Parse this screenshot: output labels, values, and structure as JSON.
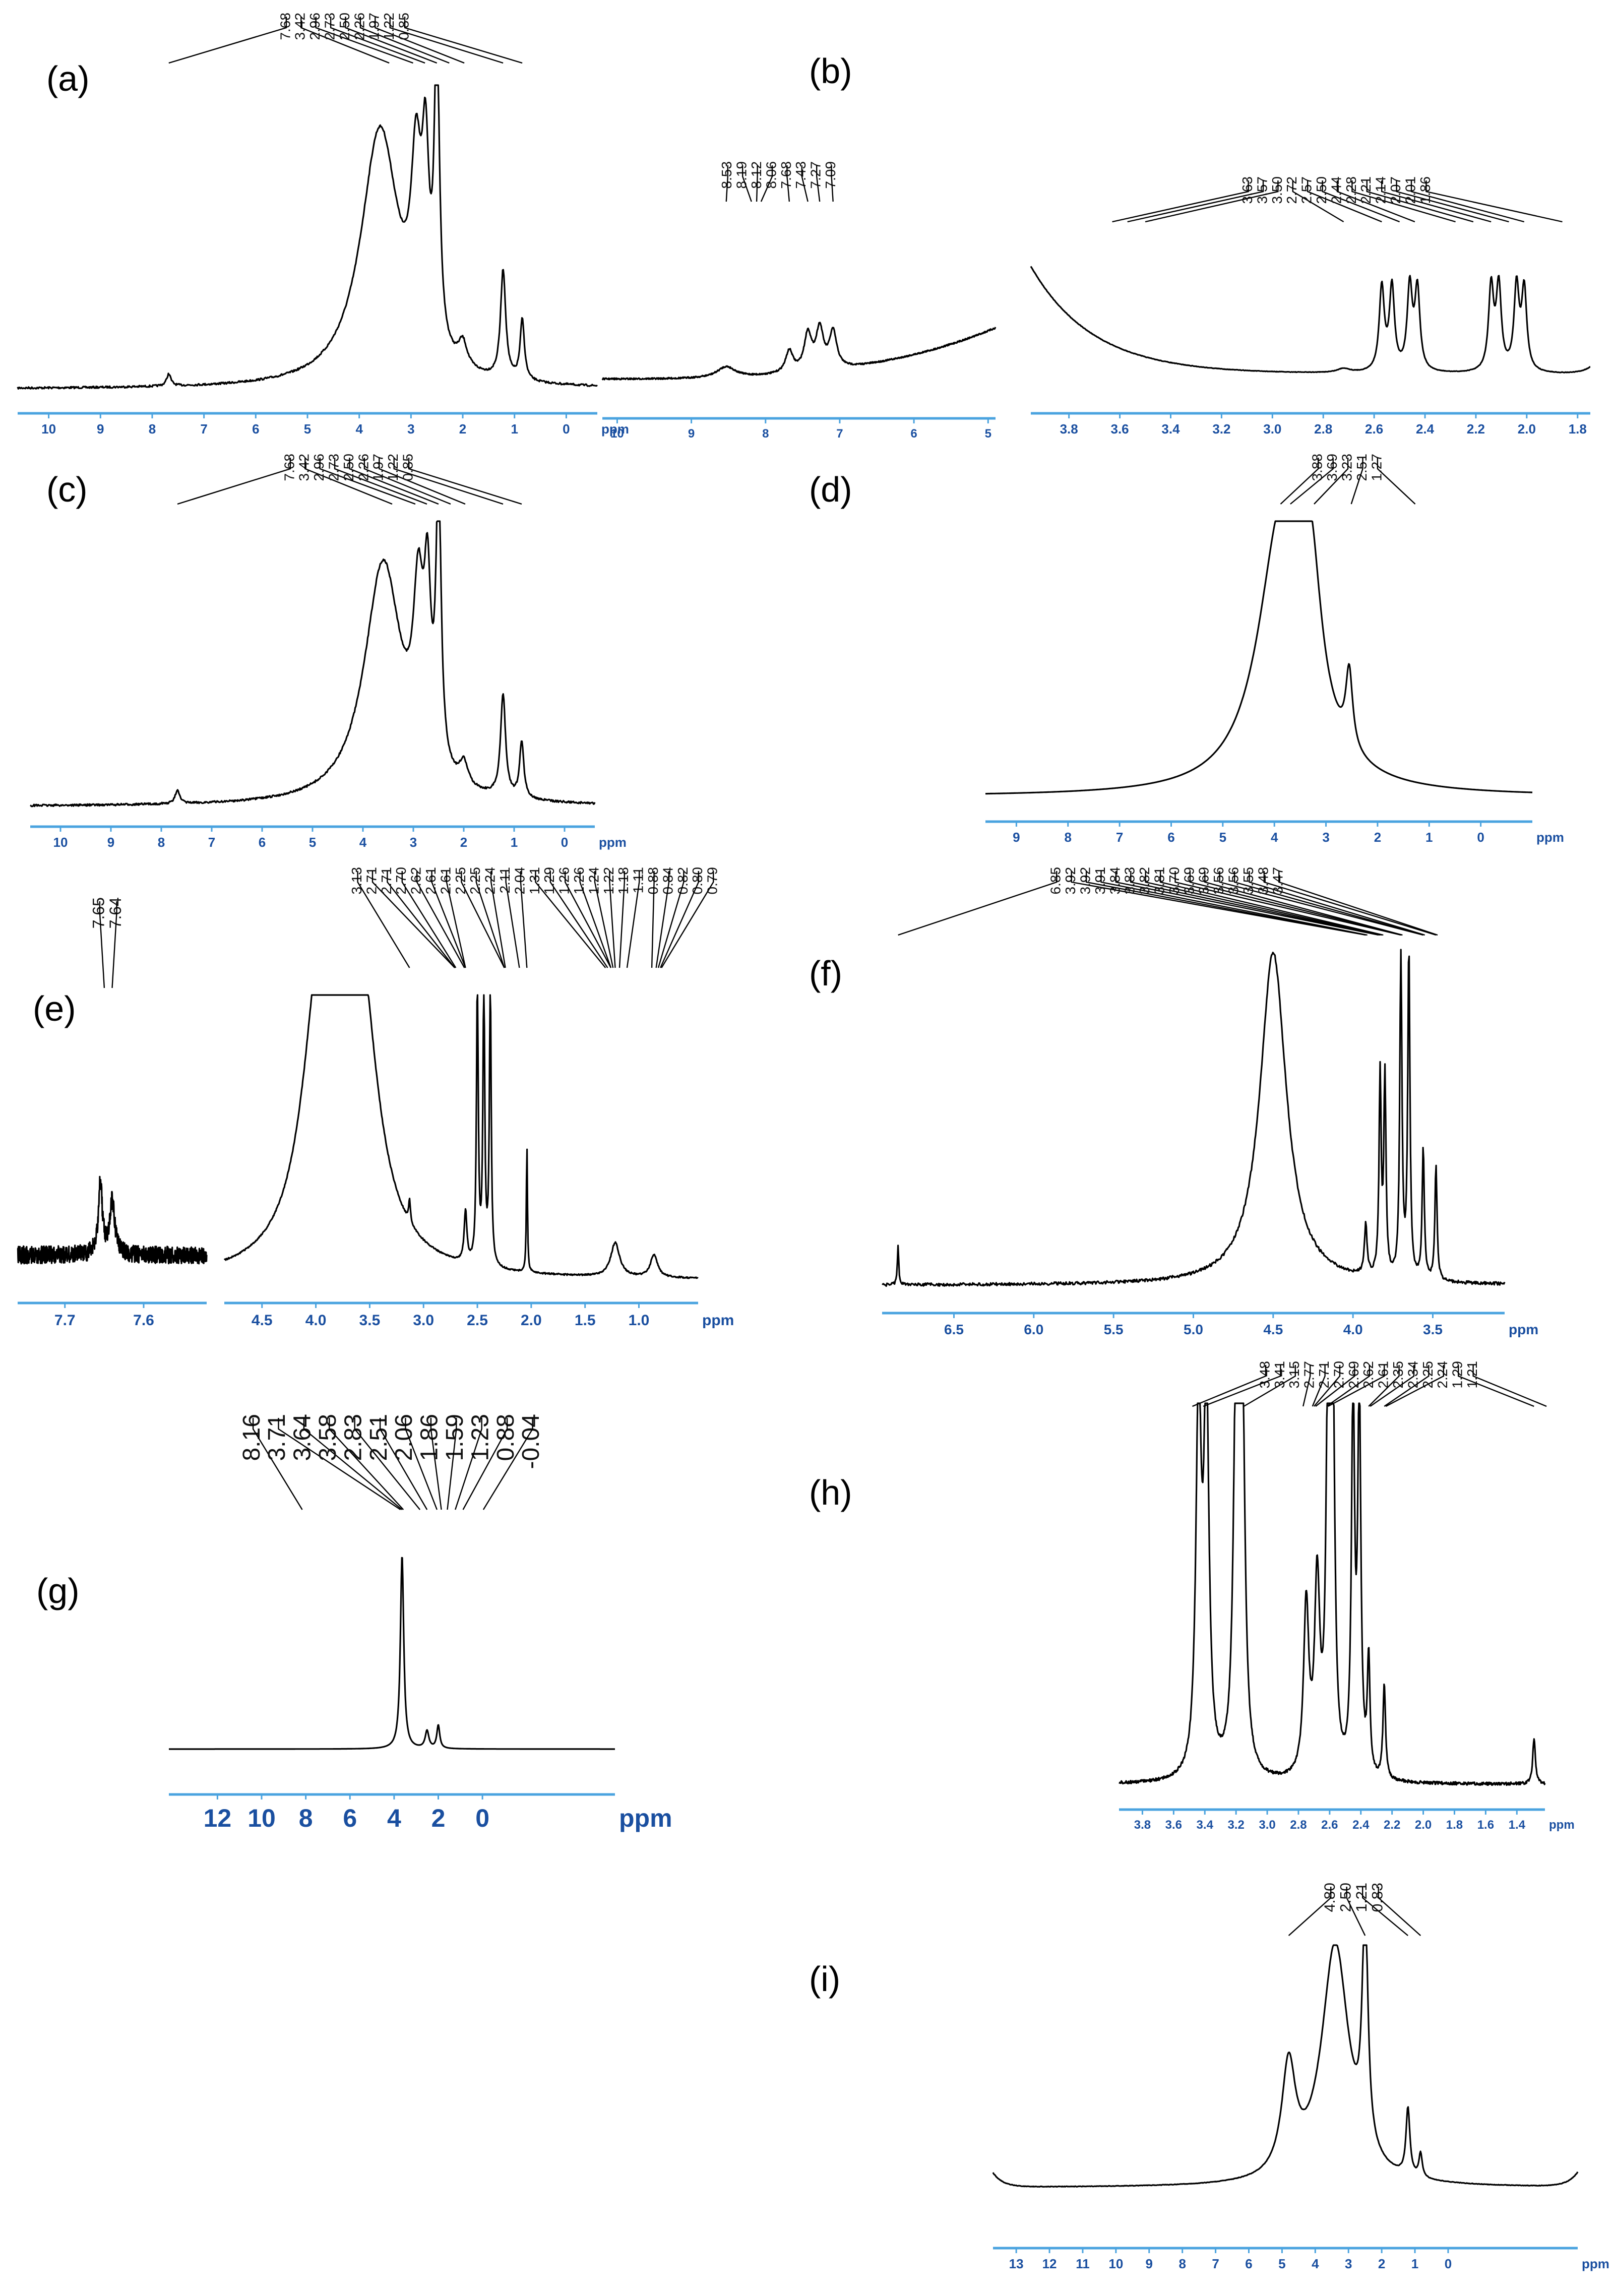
{
  "chart_data": [
    {
      "id": "a",
      "type": "line",
      "label": "(a)",
      "xlabel": "ppm",
      "xlim": [
        10.6,
        -0.6
      ],
      "ticks": [
        "10",
        "9",
        "8",
        "7",
        "6",
        "5",
        "4",
        "3",
        "2",
        "1",
        "0"
      ],
      "peak_labels": [
        "7.68",
        "3.42",
        "2.96",
        "2.73",
        "2.50",
        "2.26",
        "1.97",
        "1.22",
        "0.85"
      ],
      "peaks": [
        [
          7.68,
          0.04,
          0.05
        ],
        [
          3.6,
          0.85,
          0.45
        ],
        [
          2.9,
          0.55,
          0.12
        ],
        [
          2.72,
          0.55,
          0.08
        ],
        [
          2.5,
          1.0,
          0.06
        ],
        [
          2.0,
          0.08,
          0.1
        ],
        [
          1.22,
          0.36,
          0.06
        ],
        [
          0.85,
          0.2,
          0.05
        ]
      ]
    },
    {
      "id": "b1",
      "type": "line",
      "label": "(b)",
      "xlabel": "",
      "xlim": [
        10.2,
        4.9
      ],
      "ticks": [
        "10",
        "9",
        "8",
        "7",
        "6",
        "5"
      ],
      "peak_labels": [
        "8.53",
        "8.19",
        "8.12",
        "8.06",
        "7.68",
        "7.43",
        "7.27",
        "7.09"
      ],
      "peaks": [
        [
          8.53,
          0.06,
          0.15
        ],
        [
          7.68,
          0.12,
          0.06
        ],
        [
          7.43,
          0.2,
          0.06
        ],
        [
          7.27,
          0.22,
          0.06
        ],
        [
          7.09,
          0.2,
          0.06
        ]
      ]
    },
    {
      "id": "b2",
      "type": "line",
      "label": "",
      "xlabel": "",
      "xlim": [
        3.95,
        1.75
      ],
      "ticks": [
        "3.8",
        "3.6",
        "3.4",
        "3.2",
        "3.0",
        "2.8",
        "2.6",
        "2.4",
        "2.2",
        "2.0",
        "1.8"
      ],
      "peak_labels": [
        "3.63",
        "3.57",
        "3.50",
        "2.72",
        "2.57",
        "2.50",
        "2.44",
        "2.28",
        "2.21",
        "2.14",
        "2.07",
        "2.01",
        "1.86"
      ],
      "peaks": [
        [
          2.57,
          0.62,
          0.012
        ],
        [
          2.53,
          0.62,
          0.012
        ],
        [
          2.46,
          0.62,
          0.012
        ],
        [
          2.43,
          0.6,
          0.012
        ],
        [
          2.14,
          0.62,
          0.012
        ],
        [
          2.11,
          0.62,
          0.012
        ],
        [
          2.04,
          0.62,
          0.012
        ],
        [
          2.01,
          0.6,
          0.012
        ],
        [
          2.72,
          0.03,
          0.03
        ]
      ]
    },
    {
      "id": "c",
      "type": "line",
      "label": "(c)",
      "xlabel": "ppm",
      "xlim": [
        10.6,
        -0.6
      ],
      "ticks": [
        "10",
        "9",
        "8",
        "7",
        "6",
        "5",
        "4",
        "3",
        "2",
        "1",
        "0"
      ],
      "peak_labels": [
        "7.68",
        "3.42",
        "2.96",
        "2.73",
        "2.50",
        "2.26",
        "1.97",
        "1.22",
        "0.85"
      ],
      "peaks": [
        [
          7.68,
          0.05,
          0.05
        ],
        [
          3.6,
          0.85,
          0.45
        ],
        [
          2.9,
          0.55,
          0.12
        ],
        [
          2.72,
          0.55,
          0.08
        ],
        [
          2.5,
          1.0,
          0.06
        ],
        [
          2.0,
          0.08,
          0.1
        ],
        [
          1.22,
          0.36,
          0.06
        ],
        [
          0.85,
          0.2,
          0.05
        ]
      ]
    },
    {
      "id": "d",
      "type": "line",
      "label": "(d)",
      "xlabel": "ppm",
      "xlim": [
        9.6,
        -1.0
      ],
      "ticks": [
        "9",
        "8",
        "7",
        "6",
        "5",
        "4",
        "3",
        "2",
        "1",
        "0"
      ],
      "peak_labels": [
        "3.88",
        "3.69",
        "3.23",
        "2.51",
        "1.27"
      ],
      "peaks": [
        [
          3.85,
          1.0,
          0.55
        ],
        [
          3.3,
          0.55,
          0.25
        ],
        [
          2.55,
          0.28,
          0.08
        ]
      ]
    },
    {
      "id": "e1",
      "type": "line",
      "label": "(e)",
      "xlabel": "",
      "xlim": [
        7.76,
        7.52
      ],
      "ticks": [
        "7.7",
        "7.6"
      ],
      "peak_labels": [
        "7.65",
        "7.64"
      ],
      "peaks": [
        [
          7.655,
          0.55,
          0.003
        ],
        [
          7.64,
          0.4,
          0.004
        ]
      ]
    },
    {
      "id": "e2",
      "type": "line",
      "label": "",
      "xlabel": "ppm",
      "xlim": [
        4.85,
        0.45
      ],
      "ticks": [
        "4.5",
        "4.0",
        "3.5",
        "3.0",
        "2.5",
        "2.0",
        "1.5",
        "1.0"
      ],
      "peak_labels": [
        "3.13",
        "2.71",
        "2.71",
        "2.70",
        "2.62",
        "2.61",
        "2.61",
        "2.25",
        "2.25",
        "2.24",
        "2.11",
        "2.04",
        "1.31",
        "1.29",
        "1.26",
        "1.26",
        "1.24",
        "1.22",
        "1.18",
        "1.11",
        "0.88",
        "0.84",
        "0.82",
        "0.80",
        "0.79"
      ],
      "peaks": [
        [
          3.95,
          1.0,
          0.2
        ],
        [
          3.6,
          1.0,
          0.2
        ],
        [
          3.13,
          0.08,
          0.01
        ],
        [
          2.61,
          0.18,
          0.015
        ],
        [
          2.5,
          1.0,
          0.01
        ],
        [
          2.44,
          1.0,
          0.01
        ],
        [
          2.38,
          1.0,
          0.01
        ],
        [
          2.04,
          0.45,
          0.006
        ],
        [
          1.22,
          0.12,
          0.05
        ],
        [
          0.86,
          0.08,
          0.04
        ]
      ]
    },
    {
      "id": "f",
      "type": "line",
      "label": "(f)",
      "xlabel": "ppm",
      "xlim": [
        6.95,
        3.05
      ],
      "ticks": [
        "6.5",
        "6.0",
        "5.5",
        "5.0",
        "4.5",
        "4.0",
        "3.5"
      ],
      "peak_labels": [
        "6.85",
        "3.92",
        "3.92",
        "3.91",
        "3.84",
        "3.83",
        "3.82",
        "3.81",
        "3.70",
        "3.69",
        "3.69",
        "3.56",
        "3.56",
        "3.55",
        "3.48",
        "3.47"
      ],
      "peaks": [
        [
          6.85,
          0.12,
          0.005
        ],
        [
          4.5,
          1.0,
          0.1
        ],
        [
          3.92,
          0.15,
          0.01
        ],
        [
          3.83,
          0.6,
          0.008
        ],
        [
          3.8,
          0.6,
          0.008
        ],
        [
          3.7,
          1.0,
          0.008
        ],
        [
          3.65,
          1.0,
          0.008
        ],
        [
          3.56,
          0.4,
          0.008
        ],
        [
          3.48,
          0.35,
          0.008
        ]
      ]
    },
    {
      "id": "g",
      "type": "line",
      "label": "(g)",
      "xlabel": "ppm",
      "xlim": [
        14.2,
        -6.0
      ],
      "ticks": [
        "12",
        "10",
        "8",
        "6",
        "4",
        "2",
        "0"
      ],
      "peak_labels": [
        "8.16",
        "3.71",
        "3.64",
        "3.58",
        "2.83",
        "2.51",
        "2.06",
        "1.86",
        "1.59",
        "1.23",
        "0.88",
        "-0.04"
      ],
      "peaks": [
        [
          3.64,
          1.0,
          0.09
        ],
        [
          2.51,
          0.09,
          0.1
        ],
        [
          2.0,
          0.12,
          0.08
        ]
      ]
    },
    {
      "id": "h",
      "type": "line",
      "label": "(h)",
      "xlabel": "ppm",
      "xlim": [
        3.95,
        1.22
      ],
      "ticks": [
        "3.8",
        "3.6",
        "3.4",
        "3.2",
        "3.0",
        "2.8",
        "2.6",
        "2.4",
        "2.2",
        "2.0",
        "1.8",
        "1.6",
        "1.4"
      ],
      "peak_labels": [
        "3.48",
        "3.41",
        "3.15",
        "2.77",
        "2.71",
        "2.70",
        "2.69",
        "2.62",
        "2.61",
        "2.35",
        "2.34",
        "2.25",
        "2.24",
        "1.29",
        "1.21"
      ],
      "peaks": [
        [
          3.44,
          1.0,
          0.02
        ],
        [
          3.39,
          1.0,
          0.02
        ],
        [
          3.2,
          1.0,
          0.02
        ],
        [
          3.16,
          1.0,
          0.02
        ],
        [
          2.75,
          0.45,
          0.02
        ],
        [
          2.68,
          0.5,
          0.02
        ],
        [
          2.61,
          1.0,
          0.015
        ],
        [
          2.58,
          1.0,
          0.015
        ],
        [
          2.45,
          1.0,
          0.012
        ],
        [
          2.41,
          1.0,
          0.012
        ],
        [
          2.35,
          0.3,
          0.01
        ],
        [
          2.25,
          0.25,
          0.01
        ],
        [
          1.29,
          0.12,
          0.01
        ]
      ]
    },
    {
      "id": "i",
      "type": "line",
      "label": "(i)",
      "xlabel": "ppm",
      "xlim": [
        13.7,
        -3.9
      ],
      "ticks": [
        "13",
        "12",
        "11",
        "10",
        "9",
        "8",
        "7",
        "6",
        "5",
        "4",
        "3",
        "2",
        "1",
        "0"
      ],
      "peak_labels": [
        "4.80",
        "2.50",
        "1.21",
        "0.83"
      ],
      "peaks": [
        [
          4.8,
          0.45,
          0.25
        ],
        [
          3.4,
          1.0,
          0.5
        ],
        [
          2.5,
          1.0,
          0.1
        ],
        [
          1.21,
          0.28,
          0.07
        ],
        [
          0.83,
          0.1,
          0.06
        ]
      ]
    }
  ]
}
